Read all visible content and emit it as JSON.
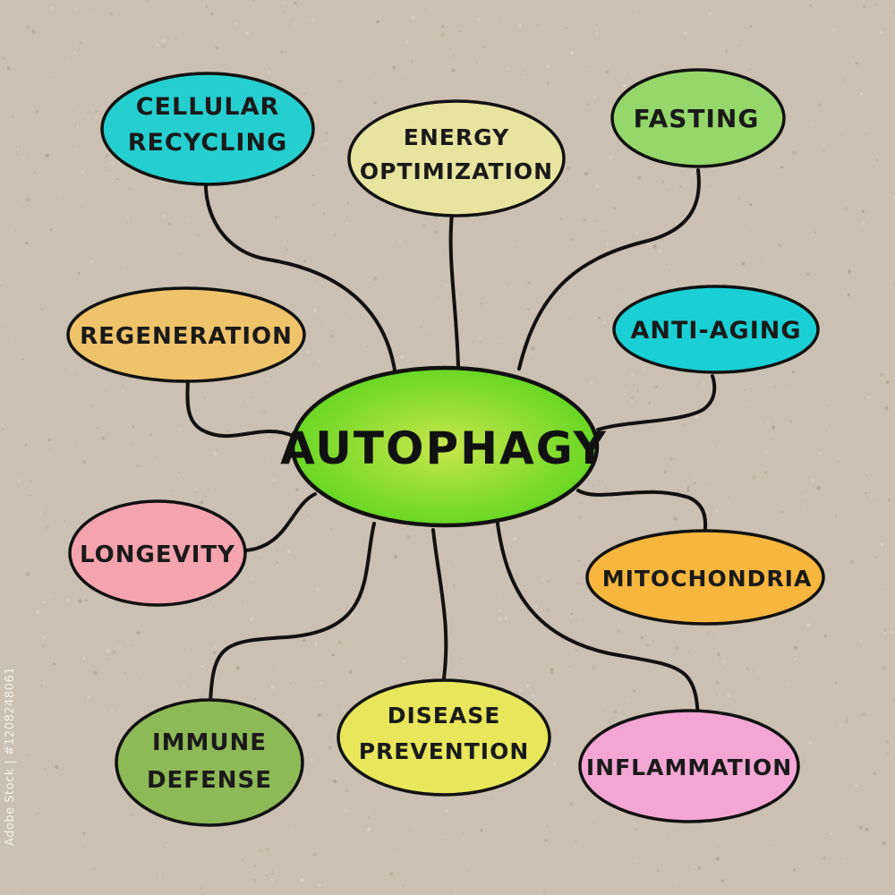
{
  "center": {
    "label": "AUTOPHAGY",
    "color": "#63dc1f"
  },
  "nodes": [
    {
      "id": "cellular-recycling",
      "lines": [
        "CELLULAR",
        "RECYCLING"
      ],
      "color": "#26cfcf"
    },
    {
      "id": "energy-optimization",
      "lines": [
        "ENERGY",
        "OPTIMIZATION"
      ],
      "color": "#e8e4a0"
    },
    {
      "id": "fasting",
      "lines": [
        "FASTING"
      ],
      "color": "#95d76a"
    },
    {
      "id": "regeneration",
      "lines": [
        "REGENERATION"
      ],
      "color": "#efc36a"
    },
    {
      "id": "anti-aging",
      "lines": [
        "ANTI-AGING"
      ],
      "color": "#1ad0d4"
    },
    {
      "id": "longevity",
      "lines": [
        "LONGEVITY"
      ],
      "color": "#f5a3ad"
    },
    {
      "id": "mitochondria",
      "lines": [
        "MITOCHONDRIA"
      ],
      "color": "#f7b63d"
    },
    {
      "id": "immune-defense",
      "lines": [
        "IMMUNE",
        "DEFENSE"
      ],
      "color": "#8eb957"
    },
    {
      "id": "disease-prevention",
      "lines": [
        "DISEASE",
        "PREVENTION"
      ],
      "color": "#e8e65a"
    },
    {
      "id": "inflammation",
      "lines": [
        "INFLAMMATION"
      ],
      "color": "#f3a6d4"
    }
  ],
  "watermark": "Adobe Stock | #1208248061"
}
